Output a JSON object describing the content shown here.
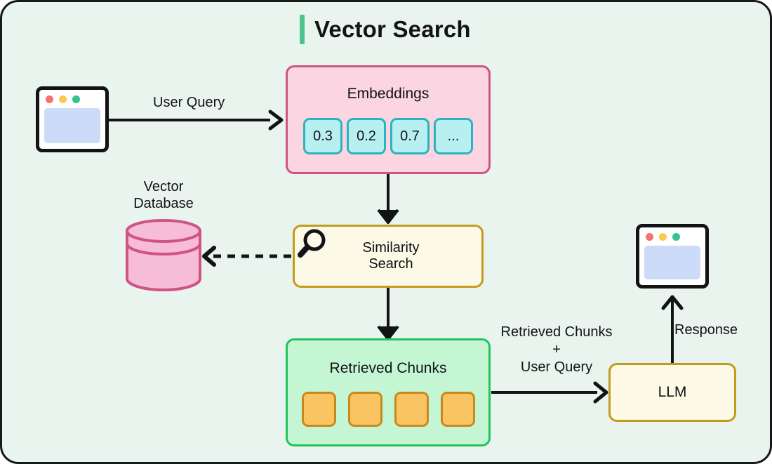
{
  "diagram": {
    "title": "Vector Search",
    "accent_color": "#4cc38a",
    "background_color": "#eaf4ef",
    "border_color": "#16181a"
  },
  "nodes": {
    "user_window": {
      "name": "browser-window-user",
      "dots": [
        "red",
        "yellow",
        "green"
      ]
    },
    "embeddings": {
      "label": "Embeddings",
      "values": [
        "0.3",
        "0.2",
        "0.7",
        "..."
      ],
      "fill": "#fbd5e1",
      "stroke": "#cf5484",
      "chip_fill": "#b8f0f2",
      "chip_stroke": "#2bb4bd"
    },
    "vector_database": {
      "label_line1": "Vector",
      "label_line2": "Database",
      "fill": "#f8bdd6",
      "stroke": "#cf5484"
    },
    "similarity_search": {
      "label_line1": "Similarity",
      "label_line2": "Search",
      "icon": "magnifier-icon",
      "fill": "#fcfae6",
      "stroke": "#c29b1d"
    },
    "retrieved_chunks": {
      "label": "Retrieved Chunks",
      "chunk_count": 4,
      "fill": "#c4f6d4",
      "stroke": "#22c35c",
      "chunk_fill": "#fbc463",
      "chunk_stroke": "#c8891c"
    },
    "llm": {
      "label": "LLM",
      "fill": "#fcfae6",
      "stroke": "#c29b1d"
    },
    "response_window": {
      "name": "browser-window-response",
      "dots": [
        "red",
        "yellow",
        "green"
      ]
    }
  },
  "edges": {
    "user_to_embeddings": {
      "label": "User Query",
      "style": "solid"
    },
    "embeddings_to_similarity": {
      "label": "",
      "style": "solid"
    },
    "similarity_to_database": {
      "label": "",
      "style": "dashed"
    },
    "similarity_to_chunks": {
      "label": "",
      "style": "solid"
    },
    "chunks_to_llm": {
      "label_line1": "Retrieved Chunks",
      "label_line2": "+",
      "label_line3": "User Query",
      "style": "solid"
    },
    "llm_to_response": {
      "label": "Response",
      "style": "solid"
    }
  }
}
